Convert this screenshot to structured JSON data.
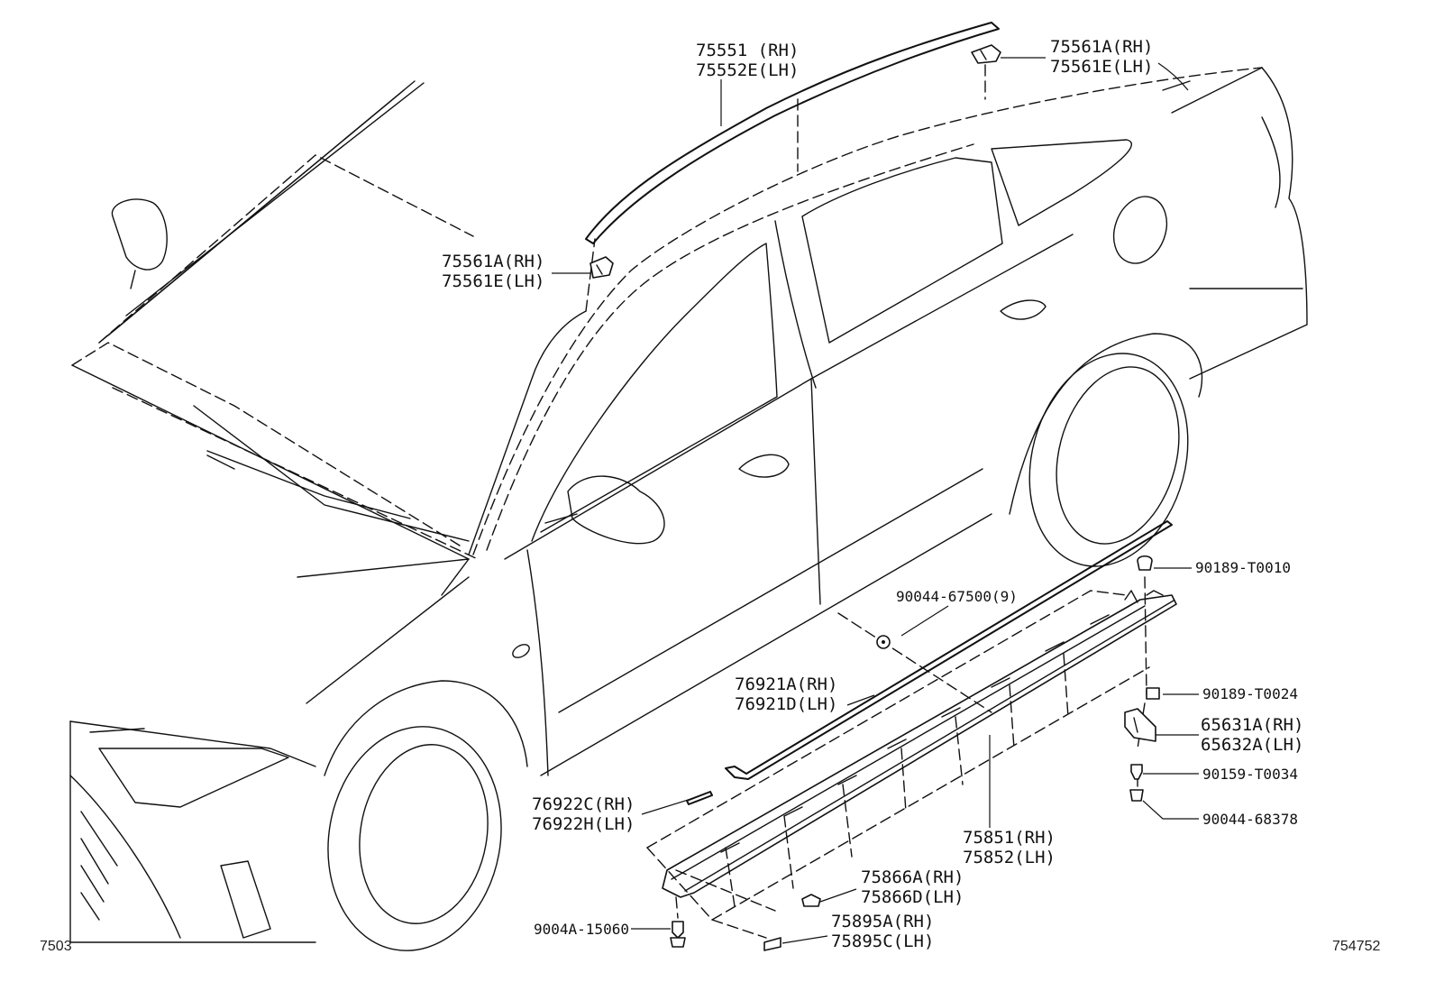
{
  "diagram_id": "7503",
  "figure_number": "754752",
  "callouts": [
    {
      "id": "roof-molding",
      "lines": [
        "75551  (RH)",
        "75552E(LH)"
      ]
    },
    {
      "id": "roof-clip-rear",
      "lines": [
        "75561A(RH)",
        "75561E(LH)"
      ]
    },
    {
      "id": "roof-clip-front",
      "lines": [
        "75561A(RH)",
        "75561E(LH)"
      ]
    },
    {
      "id": "clip-90189-t0010",
      "lines": [
        "90189-T0010"
      ]
    },
    {
      "id": "nut-90044-67500",
      "lines": [
        "90044-67500(9)"
      ]
    },
    {
      "id": "rocker-molding",
      "lines": [
        "76921A(RH)",
        "76921D(LH)"
      ]
    },
    {
      "id": "clip-90189-t0024",
      "lines": [
        "90189-T0024"
      ]
    },
    {
      "id": "mudguard",
      "lines": [
        "65631A(RH)",
        "65632A(LH)"
      ]
    },
    {
      "id": "screw-90159-t0034",
      "lines": [
        "90159-T0034"
      ]
    },
    {
      "id": "clip-90044-68378",
      "lines": [
        "90044-68378"
      ]
    },
    {
      "id": "side-seal",
      "lines": [
        "76922C(RH)",
        "76922H(LH)"
      ]
    },
    {
      "id": "rocker-panel",
      "lines": [
        "75851(RH)",
        "75852(LH)"
      ]
    },
    {
      "id": "retainer-75866",
      "lines": [
        "75866A(RH)",
        "75866D(LH)"
      ]
    },
    {
      "id": "pad-75895",
      "lines": [
        "75895A(RH)",
        "75895C(LH)"
      ]
    },
    {
      "id": "screw-9004a-15060",
      "lines": [
        "9004A-15060"
      ]
    }
  ]
}
